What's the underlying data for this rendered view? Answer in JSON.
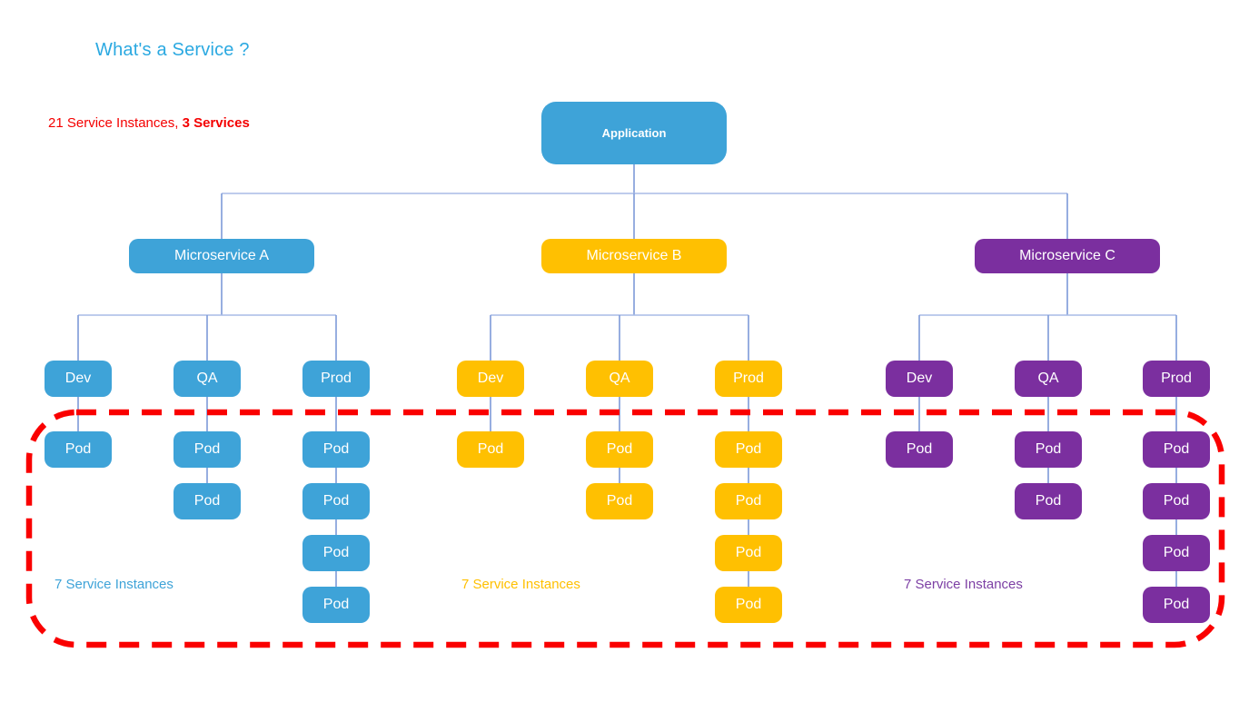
{
  "title": "What's a Service ?",
  "summary": {
    "prefix": "21 Service Instances, ",
    "bold": "3 Services"
  },
  "root": {
    "label": "Application"
  },
  "services": [
    {
      "name": "Microservice A",
      "color": "#3EA3D8",
      "instances_label": "7 Service Instances",
      "environments": [
        {
          "label": "Dev",
          "pods": [
            "Pod"
          ]
        },
        {
          "label": "QA",
          "pods": [
            "Pod",
            "Pod"
          ]
        },
        {
          "label": "Prod",
          "pods": [
            "Pod",
            "Pod",
            "Pod",
            "Pod"
          ]
        }
      ]
    },
    {
      "name": "Microservice B",
      "color": "#FFC001",
      "instances_label": "7 Service Instances",
      "environments": [
        {
          "label": "Dev",
          "pods": [
            "Pod"
          ]
        },
        {
          "label": "QA",
          "pods": [
            "Pod",
            "Pod"
          ]
        },
        {
          "label": "Prod",
          "pods": [
            "Pod",
            "Pod",
            "Pod",
            "Pod"
          ]
        }
      ]
    },
    {
      "name": "Microservice C",
      "color": "#7B2F9F",
      "instances_label": "7 Service Instances",
      "environments": [
        {
          "label": "Dev",
          "pods": [
            "Pod"
          ]
        },
        {
          "label": "QA",
          "pods": [
            "Pod",
            "Pod"
          ]
        },
        {
          "label": "Prod",
          "pods": [
            "Pod",
            "Pod",
            "Pod",
            "Pod"
          ]
        }
      ]
    }
  ],
  "colors": {
    "title_blue": "#2BA9E1",
    "summary_red": "#F40000",
    "boundary_red": "#FA0000",
    "connector_horizontal": "#A9BCE6",
    "connector_vertical": "#7D9AD9",
    "service_blue": "#3EA3D8",
    "service_yellow": "#FFC001",
    "service_purple": "#7B2F9F"
  }
}
